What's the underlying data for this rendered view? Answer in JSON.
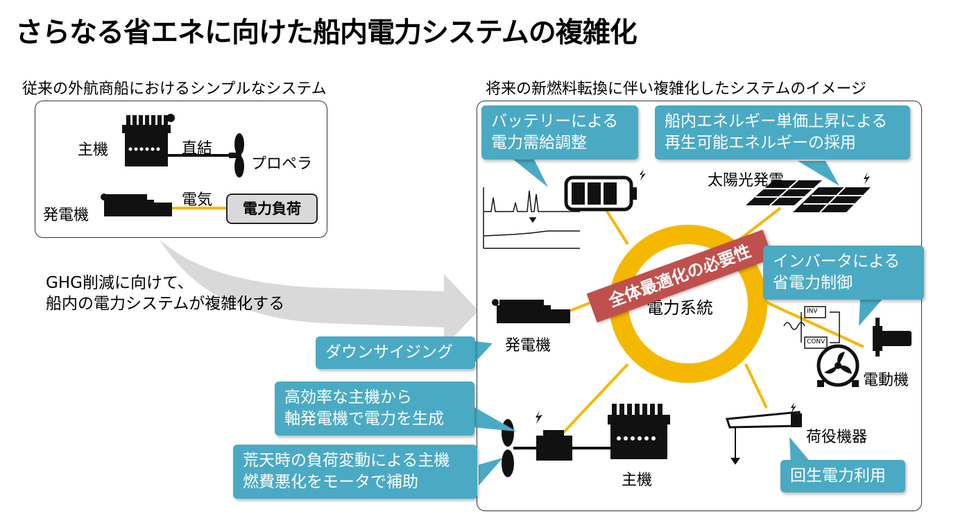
{
  "title": "さらなる省エネに向けた船内電力システムの複雑化",
  "left": {
    "heading": "従来の外航商船におけるシンプルなシステム",
    "main_engine": "主機",
    "direct": "直結",
    "propeller": "プロペラ",
    "generator": "発電機",
    "electric": "電気",
    "load": "電力負荷"
  },
  "arrow_text": [
    "GHG削減に向けて、",
    "船内の電力システムが複雑化する"
  ],
  "right": {
    "heading": "将来の新燃料転換に伴い複雑化したシステムのイメージ",
    "center": "電力系統",
    "banner": "全体最適化の必要性",
    "solar": "太陽光発電",
    "generator": "発電機",
    "motor": "電動機",
    "cargo": "荷役機器",
    "main_engine": "主機",
    "inv": "INV",
    "conv": "CONV"
  },
  "callouts": {
    "battery": [
      "バッテリーによる",
      "電力需給調整"
    ],
    "renewable": [
      "船内エネルギー単価上昇による",
      "再生可能エネルギーの採用"
    ],
    "inverter": [
      "インバータによる",
      "省電力制御"
    ],
    "downsizing": [
      "ダウンサイジング"
    ],
    "shaft_gen": [
      "高効率な主機から",
      "軸発電機で電力を生成"
    ],
    "assist": [
      "荒天時の負荷変動による主機",
      "燃費悪化をモータで補助"
    ],
    "regen": [
      "回生電力利用"
    ]
  },
  "colors": {
    "accent": "#f5b800",
    "callout": "#4aaac4",
    "banner": "#c0504d"
  }
}
